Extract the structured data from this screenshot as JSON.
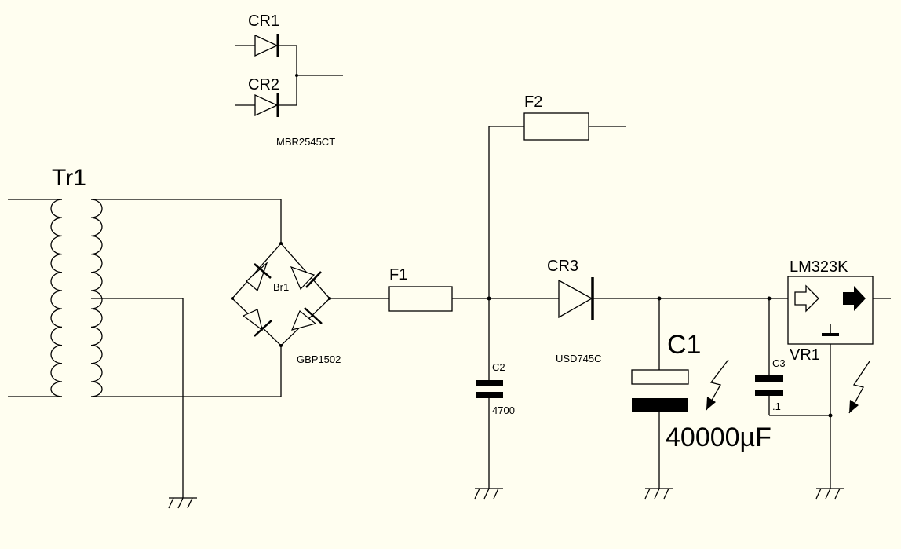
{
  "labels": {
    "tr1": "Tr1",
    "cr1": "CR1",
    "cr2": "CR2",
    "cr_part": "MBR2545CT",
    "br1": "Br1",
    "br_part": "GBP1502",
    "f1": "F1",
    "f2": "F2",
    "cr3": "CR3",
    "cr3_part": "USD745C",
    "c2": "C2",
    "c2_value": "4700",
    "c1": "C1",
    "c1_value": "40000µF",
    "c3": "C3",
    "c3_value": ".1",
    "vr1": "VR1",
    "lm": "LM323K"
  },
  "colors": {
    "background": "#fffef0",
    "ink": "#000000"
  }
}
